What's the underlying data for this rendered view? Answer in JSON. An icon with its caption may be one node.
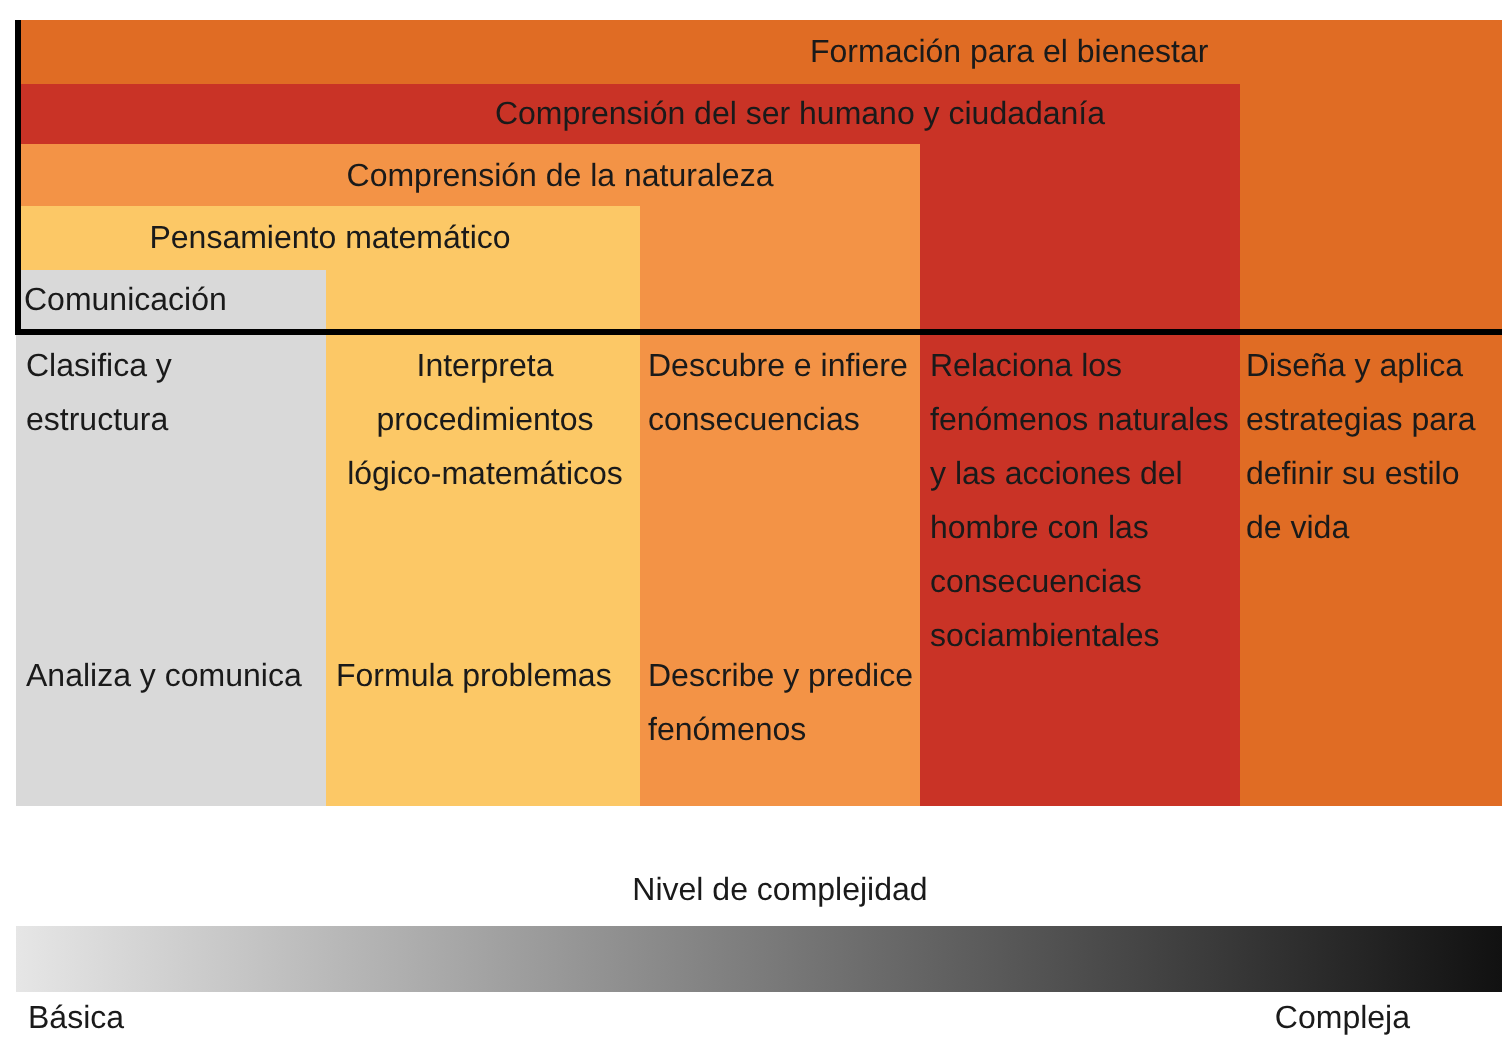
{
  "diagram": {
    "nodes": [
      {
        "text": [
          "Formación para el bienestar",
          "Diseña y aplica estrategias para definir su estilo de vida"
        ]
      },
      {
        "text": [
          "Comprensión del ser humano y ciudadanía",
          "Relaciona los fenómenos naturales y las acciones del hombre con las consecuencias sociambientales"
        ],
        "in": 0
      },
      {
        "text": [
          "Comprensión de la naturaleza",
          "Descubre e infiere consecuencias",
          "Describe y predice fenómenos"
        ],
        "in": 1
      },
      {
        "text": [
          "Pensamiento matemático",
          "Interpreta procedimientos lógico-matemáticos",
          "Formula problemas"
        ],
        "in": 2
      },
      {
        "text": [
          "Comunicación",
          "Clasifica y estructura",
          "Analiza y comunica"
        ],
        "in": 3
      }
    ],
    "labels": [
      "Nivel de complejidad",
      "Básica",
      "Compleja"
    ]
  }
}
